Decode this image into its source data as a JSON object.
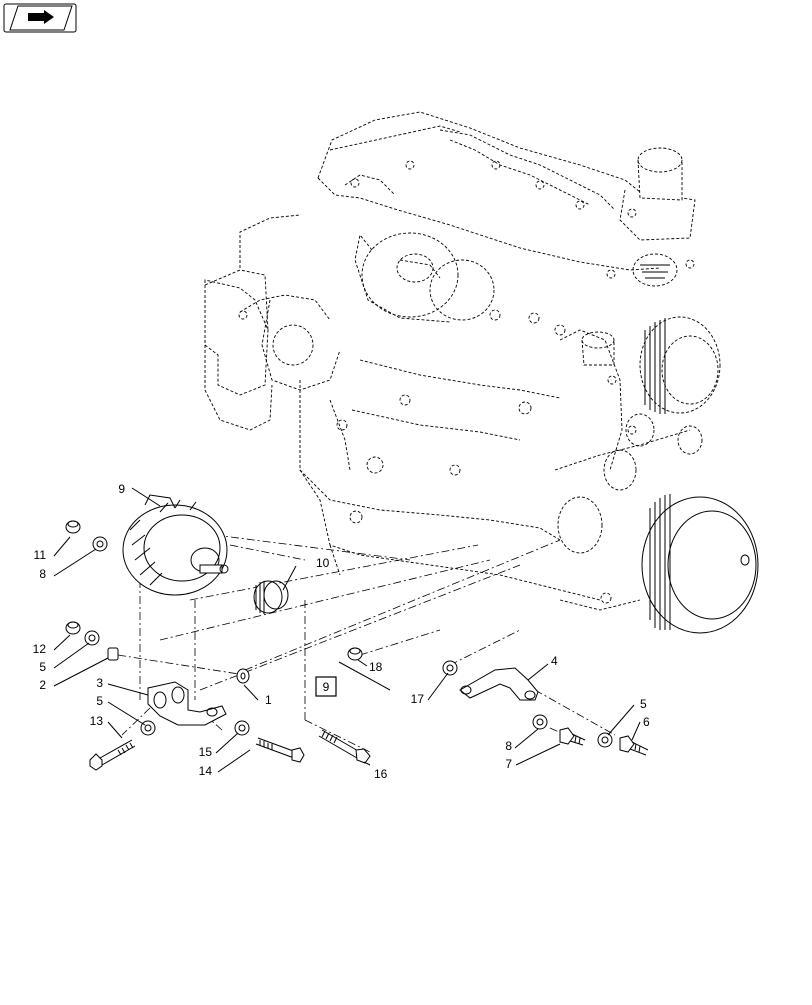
{
  "nav_icon": {
    "name": "back-arrow-icon"
  },
  "callouts": {
    "c1": "1",
    "c2": "2",
    "c3": "3",
    "c4": "4",
    "c5a": "5",
    "c5b": "5",
    "c5c": "5",
    "c6": "6",
    "c7": "7",
    "c8a": "8",
    "c8b": "8",
    "c9": "9",
    "c10": "10",
    "c11": "11",
    "c12": "12",
    "c13": "13",
    "c14": "14",
    "c15": "15",
    "c16": "16",
    "c17": "17",
    "c18": "18"
  },
  "reference_box": {
    "label": "9"
  }
}
